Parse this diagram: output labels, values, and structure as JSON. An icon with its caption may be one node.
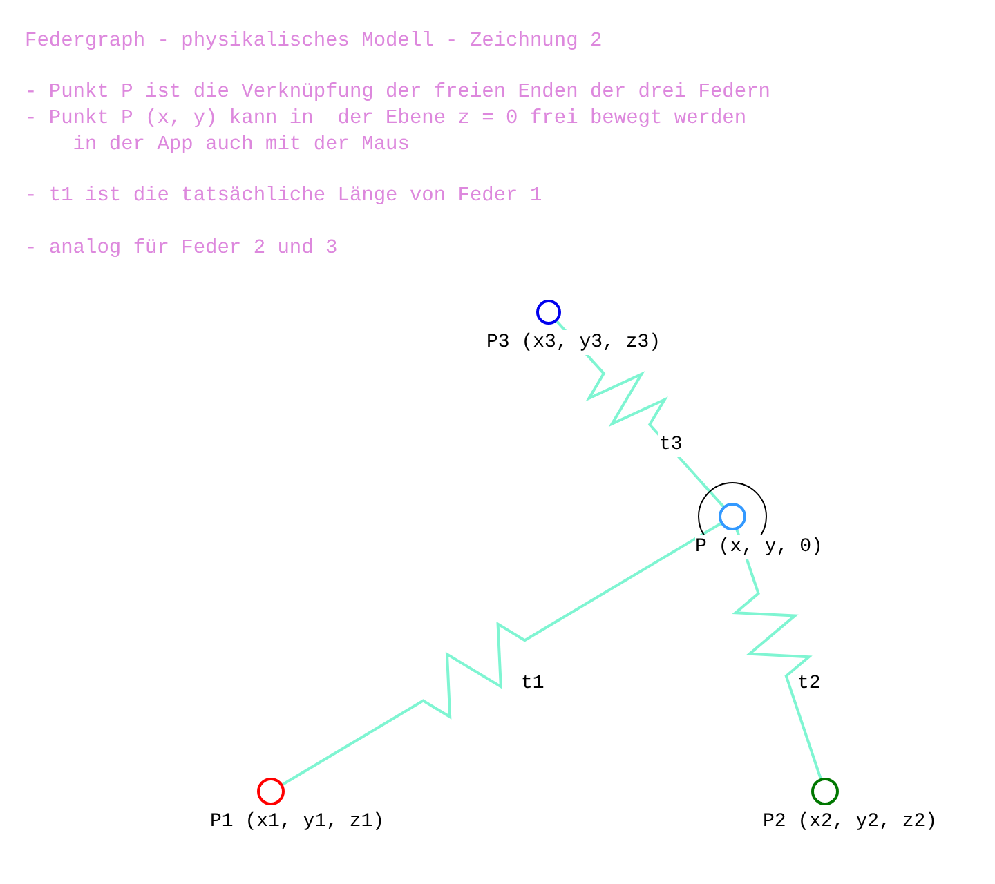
{
  "diagram": {
    "title": "Federgraph - physikalisches Modell - Zeichnung 2",
    "nodes": [
      {
        "text": [],
        "shape": "circle",
        "beside": [
          "P3 (x3, y3, z3)"
        ]
      },
      {
        "text": [],
        "shape": "circle",
        "beside": [
          "P (x, y, 0)"
        ]
      },
      {
        "text": [],
        "shape": "circle",
        "beside": [
          "P1 (x1, y1, z1)"
        ]
      },
      {
        "text": [],
        "shape": "circle",
        "beside": [
          "P2 (x2, y2, z2)"
        ]
      }
    ],
    "edges": [
      {
        "from": 0,
        "to": 1,
        "arrow": "none",
        "label": "t3"
      },
      {
        "from": 2,
        "to": 1,
        "arrow": "none",
        "label": "t1"
      },
      {
        "from": 3,
        "to": 1,
        "arrow": "none",
        "label": "t2"
      }
    ],
    "labels": [
      "- Punkt P ist die Verknüpfung der freien Enden der drei Federn",
      "- Punkt P (x, y) kann in  der Ebene z = 0 frei bewegt werden in der App auch mit der Maus",
      "- t1 ist die tatsächliche Länge von Feder 1",
      "- analog für Feder 2 und 3"
    ]
  }
}
